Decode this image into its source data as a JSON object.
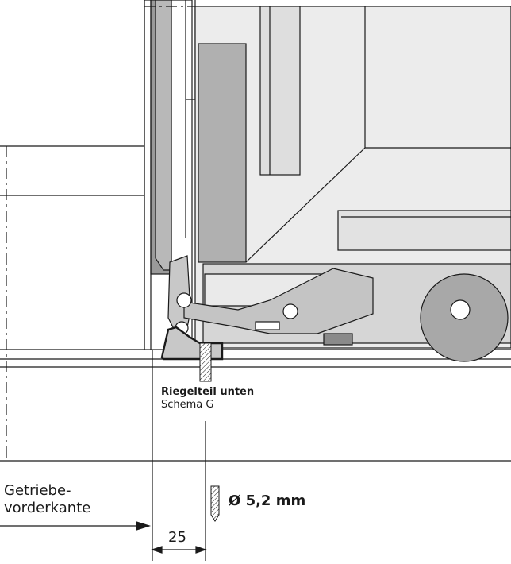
{
  "part_label": {
    "title": "Riegelteil unten",
    "subtitle": "Schema G"
  },
  "drill": {
    "label": "Ø 5,2 mm"
  },
  "edge_label": {
    "line1": "Getriebe-",
    "line2": "vorderkante"
  },
  "dimension": {
    "value": "25"
  },
  "colors": {
    "line": "#1a1a1a",
    "light_fill": "#ececec",
    "mid_fill": "#d6d6d6",
    "dark_fill": "#9a9a9a",
    "part_fill": "#c8c8c8"
  }
}
